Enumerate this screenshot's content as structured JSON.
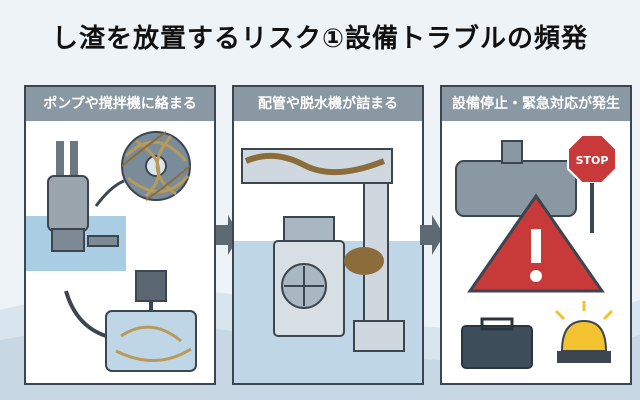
{
  "title": "し渣を放置するリスク①設備トラブルの頻発",
  "panels": [
    {
      "header": "ポンプや撹拌機に絡まる"
    },
    {
      "header": "配管や脱水機が詰まる"
    },
    {
      "header": "設備停止・緊急対応が発生",
      "stop_sign": "STOP"
    }
  ],
  "colors": {
    "header_bg": "#8a98a3",
    "warning_red": "#c83a3a",
    "water": "#7fb3d0"
  }
}
